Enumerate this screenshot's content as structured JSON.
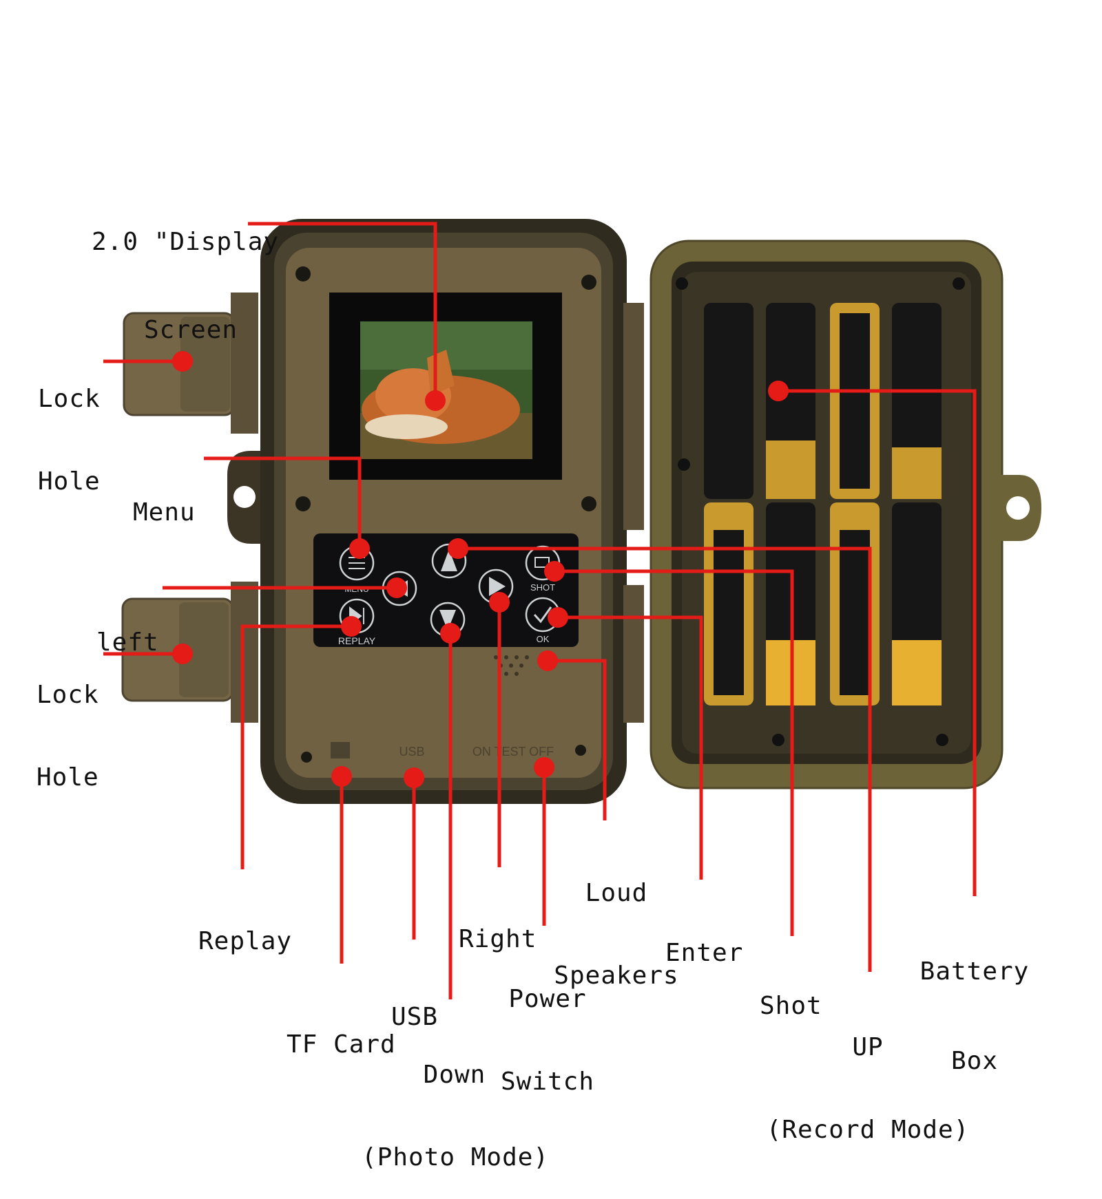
{
  "colors": {
    "callout": "#e41b17",
    "housing": "#7a6a45",
    "housing_dark": "#3a3424",
    "panel": "#0f0f12",
    "battery_black": "#161616",
    "battery_gold": "#c99a2e"
  },
  "labels": {
    "display_screen": [
      "2.0 \"Display",
      "Screen"
    ],
    "lock_hole_top": [
      "Lock",
      "Hole"
    ],
    "menu": "Menu",
    "left": "left",
    "lock_hole_bottom": [
      "Lock",
      "Hole"
    ],
    "replay": "Replay",
    "tf_card": "TF Card",
    "usb": "USB",
    "down": [
      "Down",
      "(Photo Mode)"
    ],
    "right": "Right",
    "power_switch": [
      "Power",
      "Switch"
    ],
    "loud_speakers": [
      "Loud",
      "Speakers"
    ],
    "enter": "Enter",
    "shot": "Shot",
    "up": [
      "UP",
      "(Record Mode)"
    ],
    "battery_box": [
      "Battery",
      "Box"
    ]
  },
  "device_text": {
    "shot_button": "SHOT",
    "ok_button": "OK",
    "replay_button": "REPLAY",
    "menu_button": "MENU",
    "usb_port": "USB",
    "switch_positions": "ON TEST OFF"
  },
  "icons": {
    "menu": "menu-list-icon",
    "left": "left-arrow-icon",
    "up": "up-arrow-icon",
    "right": "right-arrow-icon",
    "down": "down-arrow-icon",
    "shot": "camera-shot-icon",
    "ok": "checkmark-icon",
    "replay": "play-pause-icon"
  }
}
